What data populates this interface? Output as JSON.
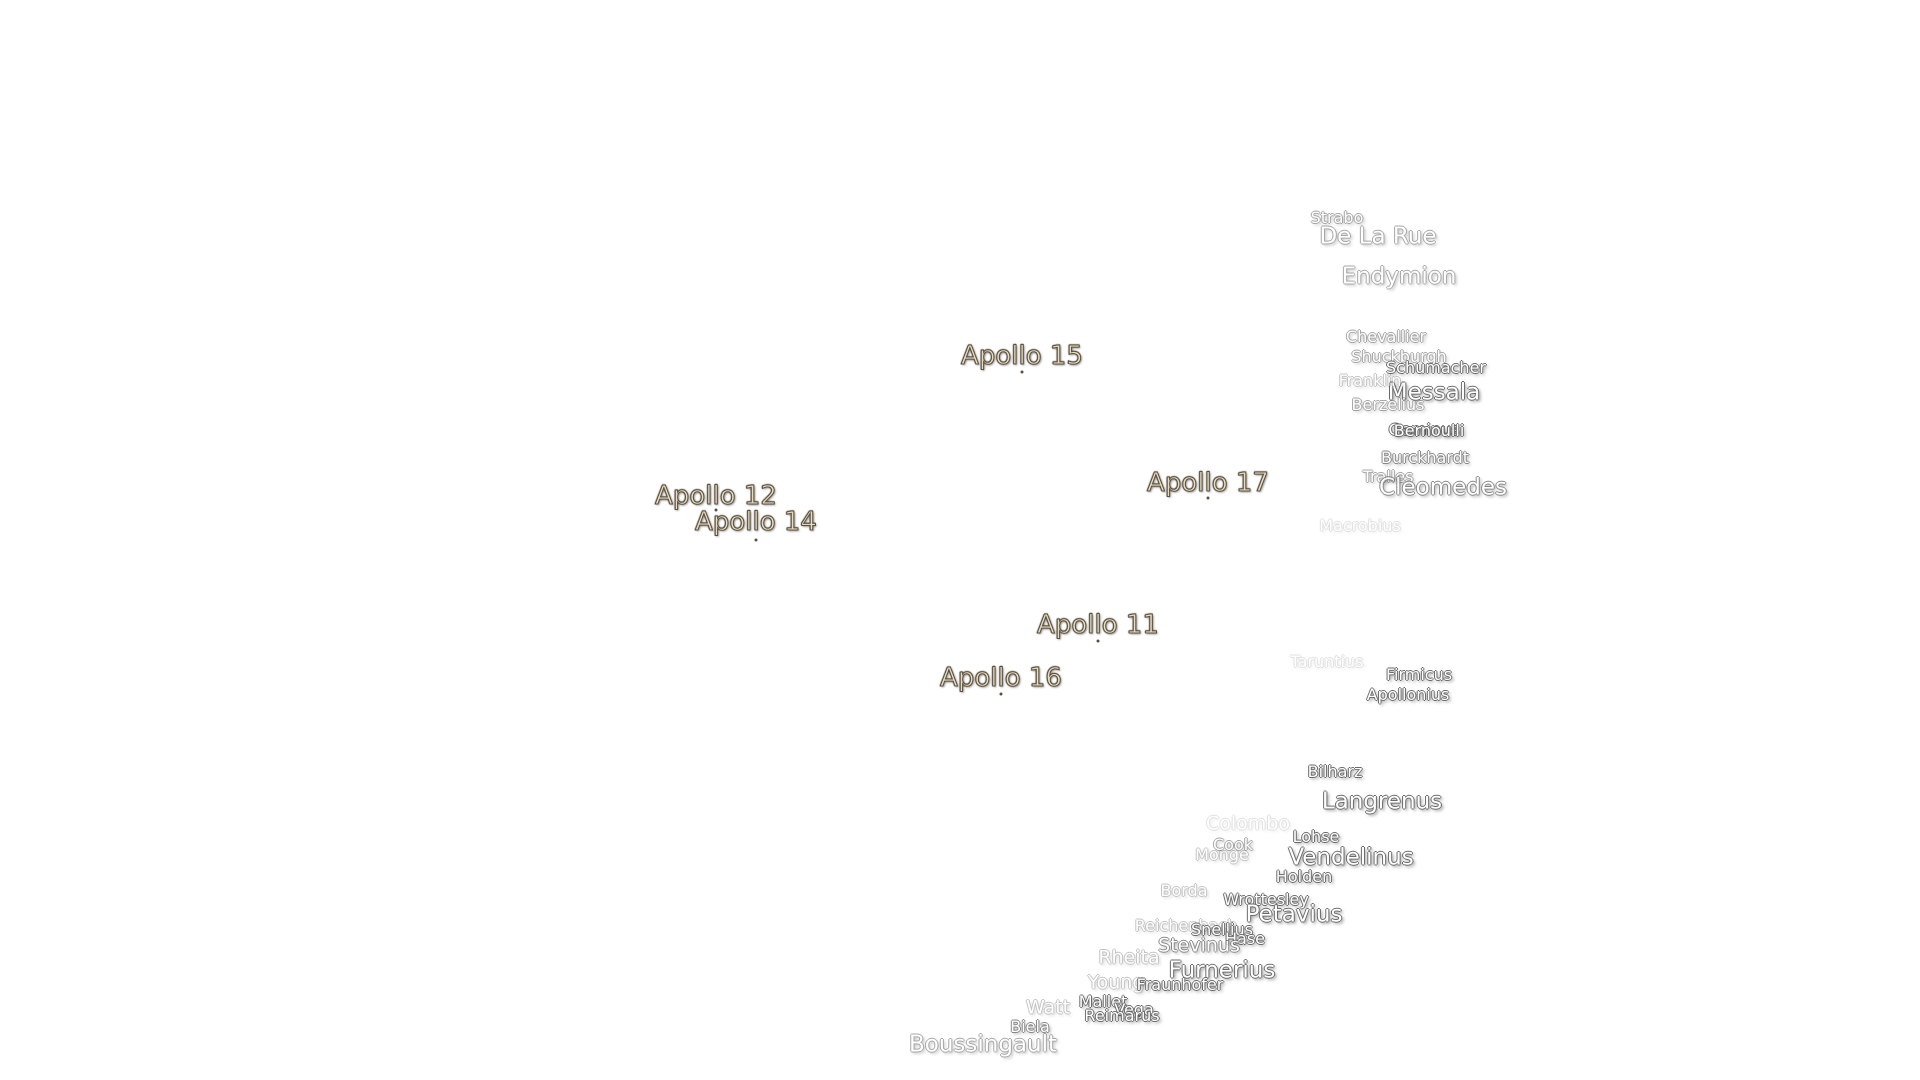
{
  "apollo_sites": {
    "apollo_11": "Apollo 11",
    "apollo_12": "Apollo 12",
    "apollo_14": "Apollo 14",
    "apollo_15": "Apollo 15",
    "apollo_16": "Apollo 16",
    "apollo_17": "Apollo 17"
  },
  "craters": {
    "strabo": "Strabo",
    "de_la_rue": "De La Rue",
    "endymion": "Endymion",
    "chevallier": "Chevallier",
    "shuckburgh": "Shuckburgh",
    "schumacher": "Schumacher",
    "messala": "Messala",
    "franklin": "Franklin",
    "berzelius": "Berzelius",
    "geminus": "Geminus",
    "bernoulli": "Bernoulli",
    "burckhardt": "Burckhardt",
    "tralles": "Tralles",
    "cleomedes": "Cleomedes",
    "macrobius": "Macrobius",
    "taruntius": "Taruntius",
    "firmicus": "Firmicus",
    "apollonius": "Apollonius",
    "bilharz": "Bilharz",
    "langrenus": "Langrenus",
    "colombo": "Colombo",
    "lohse": "Lohse",
    "cook": "Cook",
    "monge": "Monge",
    "vendelinus": "Vendelinus",
    "holden": "Holden",
    "borda": "Borda",
    "wrottesley": "Wrottesley",
    "petavius": "Petavius",
    "reichenbach": "Reichenbach",
    "snellius": "Snellius",
    "hase": "Hase",
    "stevinus": "Stevinus",
    "rheita": "Rheita",
    "furnerius": "Furnerius",
    "young": "Young",
    "fraunhofer": "Fraunhofer",
    "mallet": "Mallet",
    "vega": "Vega",
    "reimarus": "Reimarus",
    "watt": "Watt",
    "biela": "Biela",
    "boussingault": "Boussingault"
  }
}
